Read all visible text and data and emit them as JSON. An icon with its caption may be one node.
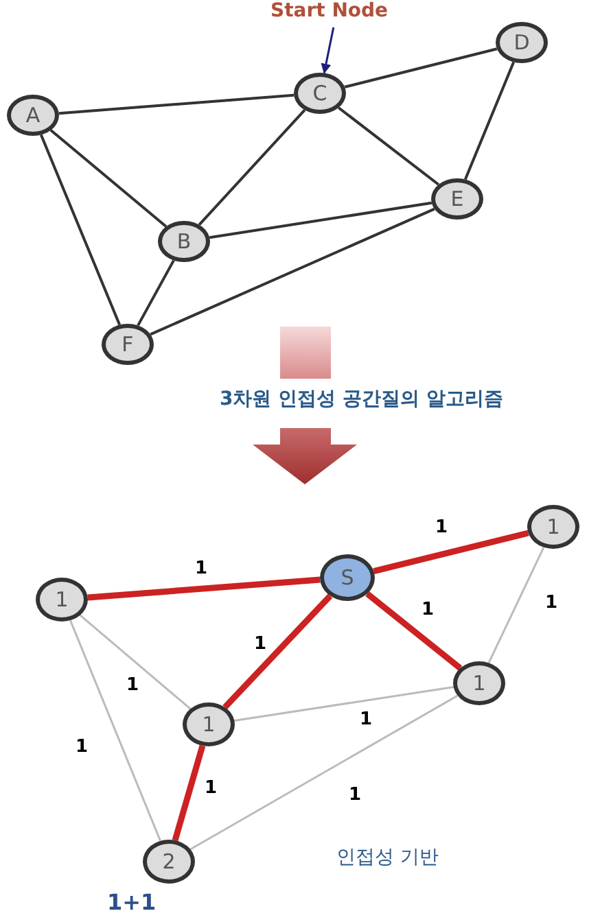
{
  "diagram": {
    "nodes": [
      {
        "text": [
          "Start Node"
        ]
      },
      {
        "text": [
          "A"
        ]
      },
      {
        "text": [
          "C"
        ]
      },
      {
        "text": [
          "D"
        ]
      },
      {
        "text": [
          "B"
        ]
      },
      {
        "text": [
          "E"
        ]
      },
      {
        "text": [
          "F"
        ]
      },
      {
        "text": [
          "1"
        ]
      },
      {
        "text": [
          "S"
        ]
      },
      {
        "text": [
          "1"
        ]
      },
      {
        "text": [
          "1"
        ]
      },
      {
        "text": [
          "1"
        ]
      },
      {
        "text": [
          "2"
        ],
        "beside": [
          "1+1"
        ]
      }
    ],
    "edges": [
      {
        "from": 0,
        "to": 2,
        "arrow": "to",
        "color": "#1f1f7a"
      },
      {
        "from": 1,
        "to": 2,
        "arrow": "none"
      },
      {
        "from": 2,
        "to": 3,
        "arrow": "none"
      },
      {
        "from": 1,
        "to": 4,
        "arrow": "none"
      },
      {
        "from": 1,
        "to": 6,
        "arrow": "none"
      },
      {
        "from": 2,
        "to": 4,
        "arrow": "none"
      },
      {
        "from": 2,
        "to": 5,
        "arrow": "none"
      },
      {
        "from": 3,
        "to": 5,
        "arrow": "none"
      },
      {
        "from": 4,
        "to": 5,
        "arrow": "none"
      },
      {
        "from": 4,
        "to": 6,
        "arrow": "none"
      },
      {
        "from": 6,
        "to": 5,
        "arrow": "none"
      },
      {
        "from": 9,
        "to": 8,
        "arrow": "none",
        "label": "1",
        "style": "thick",
        "color": "#cc2222"
      },
      {
        "from": 8,
        "to": 7,
        "arrow": "none",
        "label": "1",
        "style": "thick",
        "color": "#cc2222"
      },
      {
        "from": 8,
        "to": 11,
        "arrow": "none",
        "label": "1",
        "style": "thick",
        "color": "#cc2222"
      },
      {
        "from": 8,
        "to": 10,
        "arrow": "none",
        "label": "1",
        "style": "thick",
        "color": "#cc2222"
      },
      {
        "from": 11,
        "to": 12,
        "arrow": "none",
        "label": "1",
        "style": "thick",
        "color": "#cc2222"
      },
      {
        "from": 9,
        "to": 11,
        "arrow": "none",
        "label": "1",
        "color": "#bbbbbb"
      },
      {
        "from": 9,
        "to": 12,
        "arrow": "none",
        "label": "1",
        "color": "#bbbbbb"
      },
      {
        "from": 7,
        "to": 10,
        "arrow": "none",
        "label": "1",
        "color": "#bbbbbb"
      },
      {
        "from": 11,
        "to": 10,
        "arrow": "none",
        "label": "1",
        "color": "#bbbbbb"
      },
      {
        "from": 10,
        "to": 12,
        "arrow": "none",
        "label": "1",
        "color": "#bbbbbb"
      }
    ],
    "labels": [
      "3차원 인접성 공간질의 알고리즘",
      "인접성 기반"
    ]
  }
}
